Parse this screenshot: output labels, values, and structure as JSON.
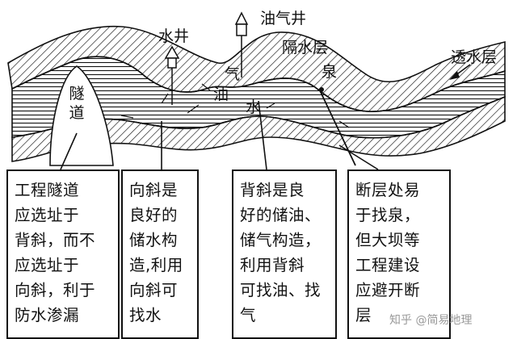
{
  "labels": {
    "oil_gas_well": "油气井",
    "water_well": "水井",
    "aquiclude": "隔水层",
    "spring": "泉",
    "aquifer": "透水层",
    "tunnel": [
      "隧",
      "道"
    ],
    "gas": "气",
    "oil": "油",
    "water": "水"
  },
  "boxes": [
    {
      "lines": [
        "工程隧道",
        "应选址于",
        "背斜，而不",
        "应选址于",
        "向斜，利于",
        "防水渗漏"
      ]
    },
    {
      "lines": [
        "向斜是",
        "良好的",
        "储水构",
        "造,利用",
        "向斜可",
        "找水"
      ]
    },
    {
      "lines": [
        "背斜是良",
        "好的储油、",
        "储气构造，",
        "利用背斜",
        "可找油、找",
        "气"
      ]
    },
    {
      "lines": [
        "断层处易",
        "于找泉，",
        "但大坝等",
        "工程建设",
        "应避开断",
        "层"
      ]
    }
  ],
  "watermark": "知乎 @简易地理"
}
